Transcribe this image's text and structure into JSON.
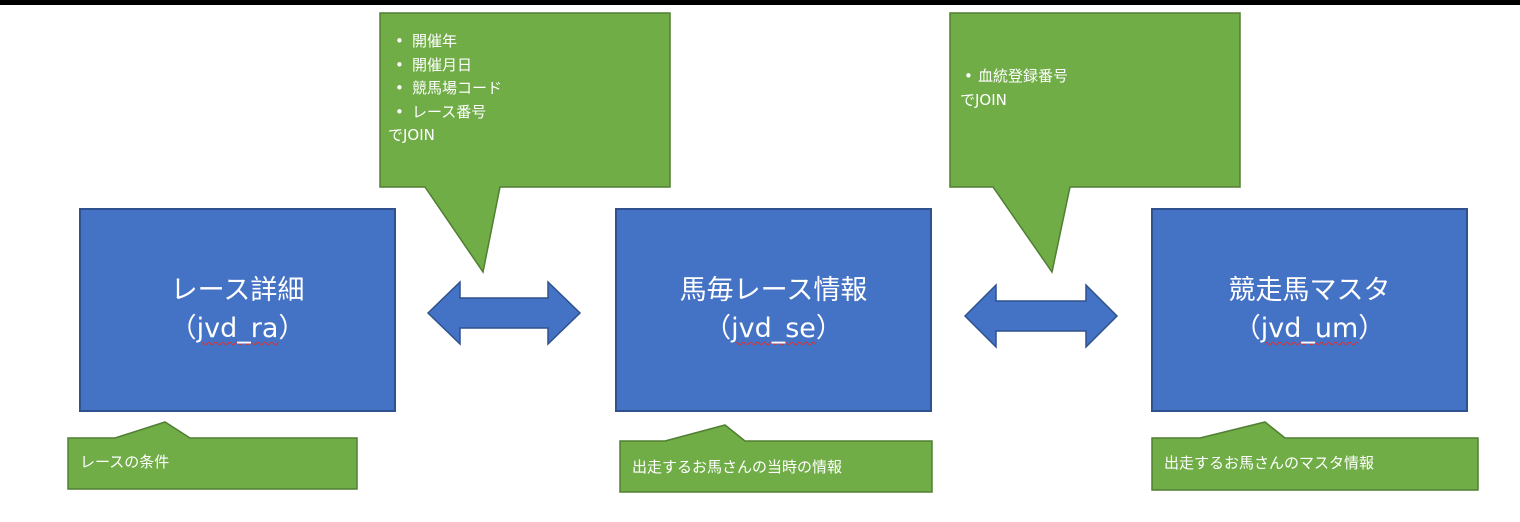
{
  "colors": {
    "entity_fill": "#4472c4",
    "entity_border": "#2f528f",
    "callout_fill": "#70ad47",
    "callout_border": "#507e32",
    "arrow_fill": "#4472c4"
  },
  "entities": [
    {
      "title": "レース詳細",
      "code_open": "（",
      "code": "jvd_ra",
      "code_close": "）"
    },
    {
      "title": "馬毎レース情報",
      "code_open": "（",
      "code": "jvd_se",
      "code_close": "）"
    },
    {
      "title": "競走馬マスタ",
      "code_open": "（",
      "code": "jvd_um",
      "code_close": "）"
    }
  ],
  "joins": [
    {
      "keys": [
        "開催年",
        "開催月日",
        "競馬場コード",
        "レース番号"
      ],
      "suffix": "でJOIN"
    },
    {
      "keys": [
        "血統登録番号"
      ],
      "suffix": "でJOIN"
    }
  ],
  "notes": [
    {
      "text": "レースの条件"
    },
    {
      "text": "出走するお馬さんの当時の情報"
    },
    {
      "text": "出走するお馬さんのマスタ情報"
    }
  ]
}
